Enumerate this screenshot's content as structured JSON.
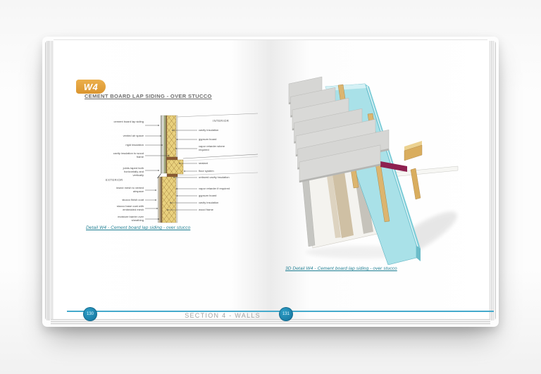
{
  "colors": {
    "accent_orange": "#DA9530",
    "footer_blue": "#45AACC",
    "caption_teal": "#1F7F93",
    "page_circle_teal": "#16739C",
    "insulation_yellow": "#E9D17E",
    "teal_panel": "#A9E1E8",
    "wood_tan": "#DCB56F",
    "magenta_strip": "#8E2050",
    "siding_gray": "#D6D6D4"
  },
  "header": {
    "badge": "W4",
    "title": "CEMENT BOARD LAP SIDING - OVER STUCCO"
  },
  "diagram": {
    "exterior": "EXTERIOR",
    "interior": "INTERIOR",
    "left_labels": [
      "cement board lap siding",
      "vented air space",
      "rigid insulation",
      "cavity insulation to wood frame",
      "joints taped both horizontally and vertically",
      "insect mesh to vented airspace",
      "stucco finish coat",
      "stucco base coat with embedded mesh",
      "moisture barrier over sheathing"
    ],
    "right_labels": [
      "cavity insulation",
      "gypsum board",
      "vapor retarder where required",
      "sealant",
      "floor system",
      "unfaced cavity insulation",
      "vapor retarder if required",
      "gypsum board",
      "cavity insulation",
      "wood frame"
    ],
    "caption": "Detail W4 - Cement board lap siding - over stucco"
  },
  "detail3d": {
    "caption": "3D Detail W4 - Cement board lap siding - over stucco"
  },
  "footer": {
    "section": "SECTION 4 - WALLS",
    "left_page_number": "130",
    "right_page_number": "131"
  }
}
